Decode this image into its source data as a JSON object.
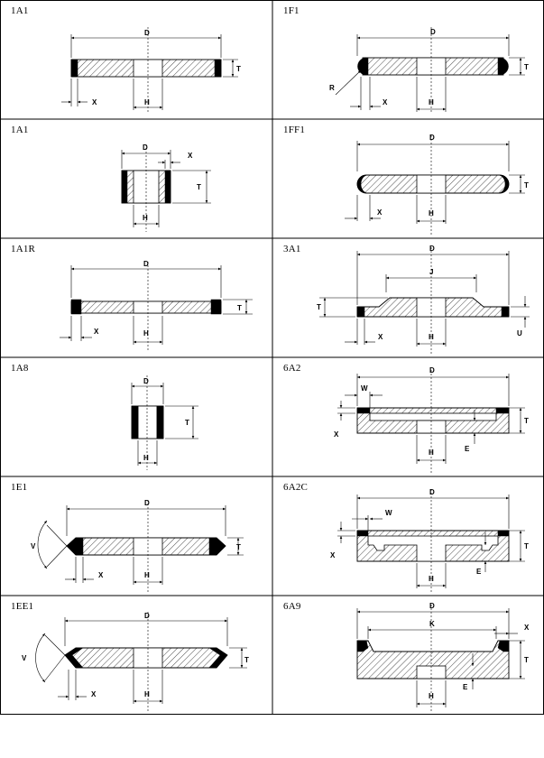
{
  "cells": [
    {
      "title": "1A1",
      "labels": {
        "d": "D",
        "t": "T",
        "x": "X",
        "h": "H"
      }
    },
    {
      "title": "1F1",
      "labels": {
        "d": "D",
        "t": "T",
        "x": "X",
        "h": "H",
        "r": "R"
      }
    },
    {
      "title": "1A1",
      "labels": {
        "d": "D",
        "t": "T",
        "x": "X",
        "h": "H"
      }
    },
    {
      "title": "1FF1",
      "labels": {
        "d": "D",
        "t": "T",
        "x": "X",
        "h": "H"
      }
    },
    {
      "title": "1A1R",
      "labels": {
        "d": "D",
        "t": "T",
        "x": "X",
        "h": "H"
      }
    },
    {
      "title": "3A1",
      "labels": {
        "d": "D",
        "j": "J",
        "t": "T",
        "x": "X",
        "h": "H",
        "u": "U"
      }
    },
    {
      "title": "1A8",
      "labels": {
        "d": "D",
        "t": "T",
        "h": "H"
      }
    },
    {
      "title": "6A2",
      "labels": {
        "d": "D",
        "w": "W",
        "x": "X",
        "t": "T",
        "h": "H",
        "e": "E"
      }
    },
    {
      "title": "1E1",
      "labels": {
        "d": "D",
        "t": "T",
        "x": "X",
        "h": "H",
        "v": "V"
      }
    },
    {
      "title": "6A2C",
      "labels": {
        "d": "D",
        "w": "W",
        "x": "X",
        "t": "T",
        "h": "H",
        "e": "E"
      }
    },
    {
      "title": "1EE1",
      "labels": {
        "d": "D",
        "t": "T",
        "x": "X",
        "h": "H",
        "v": "V"
      }
    },
    {
      "title": "6A9",
      "labels": {
        "d": "D",
        "k": "K",
        "x": "X",
        "t": "T",
        "h": "H",
        "e": "E"
      }
    }
  ]
}
